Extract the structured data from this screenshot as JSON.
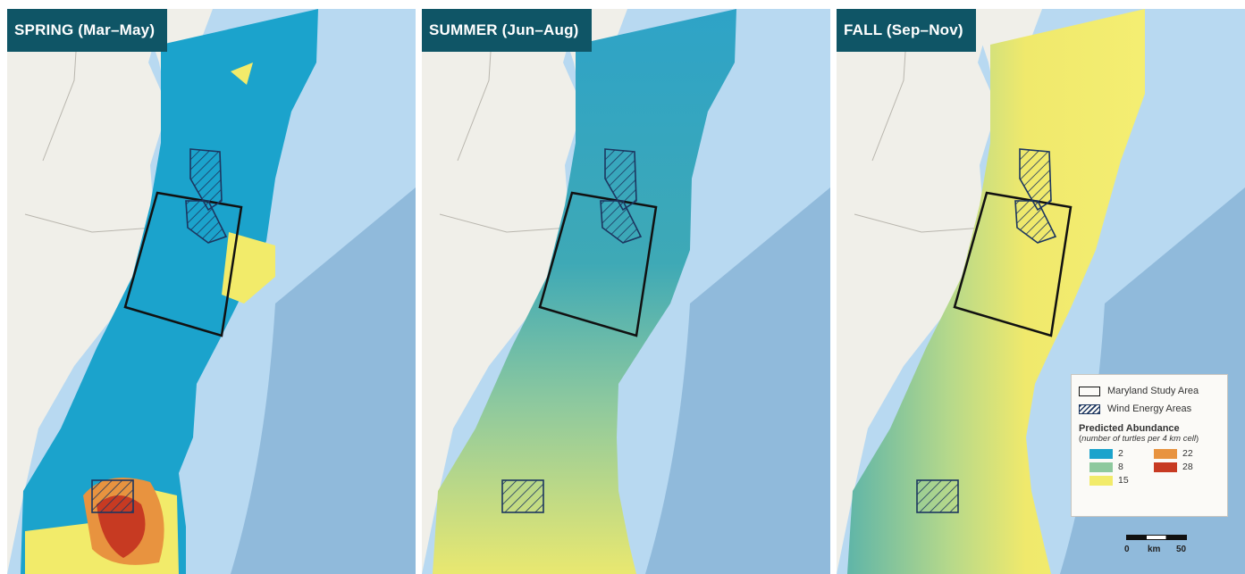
{
  "panels": [
    {
      "id": "spring",
      "title": "SPRING (Mar–May)"
    },
    {
      "id": "summer",
      "title": "SUMMER (Jun–Aug)"
    },
    {
      "id": "fall",
      "title": "FALL (Sep–Nov)"
    }
  ],
  "legend": {
    "study_area": "Maryland Study Area",
    "wind_areas": "Wind Energy Areas",
    "abundance_title": "Predicted Abundance",
    "abundance_open": "(",
    "abundance_sub": "number of turtles per 4 km cell",
    "abundance_close": ")",
    "classes": [
      {
        "label": "2",
        "color": "#1ba3cc"
      },
      {
        "label": "22",
        "color": "#e8933f"
      },
      {
        "label": "8",
        "color": "#8ec99e"
      },
      {
        "label": "28",
        "color": "#c73a22"
      },
      {
        "label": "15",
        "color": "#f2eb6a"
      }
    ]
  },
  "scale_bar": {
    "start": "0",
    "unit": "km",
    "end": "50"
  },
  "colors": {
    "ocean": "#b8d9f1",
    "land": "#f0efe9",
    "deep": "#86b1d6",
    "title_bg": "#0f5566",
    "low": "#1ba3cc",
    "mid": "#8ec99e",
    "high": "#f2eb6a",
    "higher": "#e8933f",
    "peak": "#c73a22"
  }
}
